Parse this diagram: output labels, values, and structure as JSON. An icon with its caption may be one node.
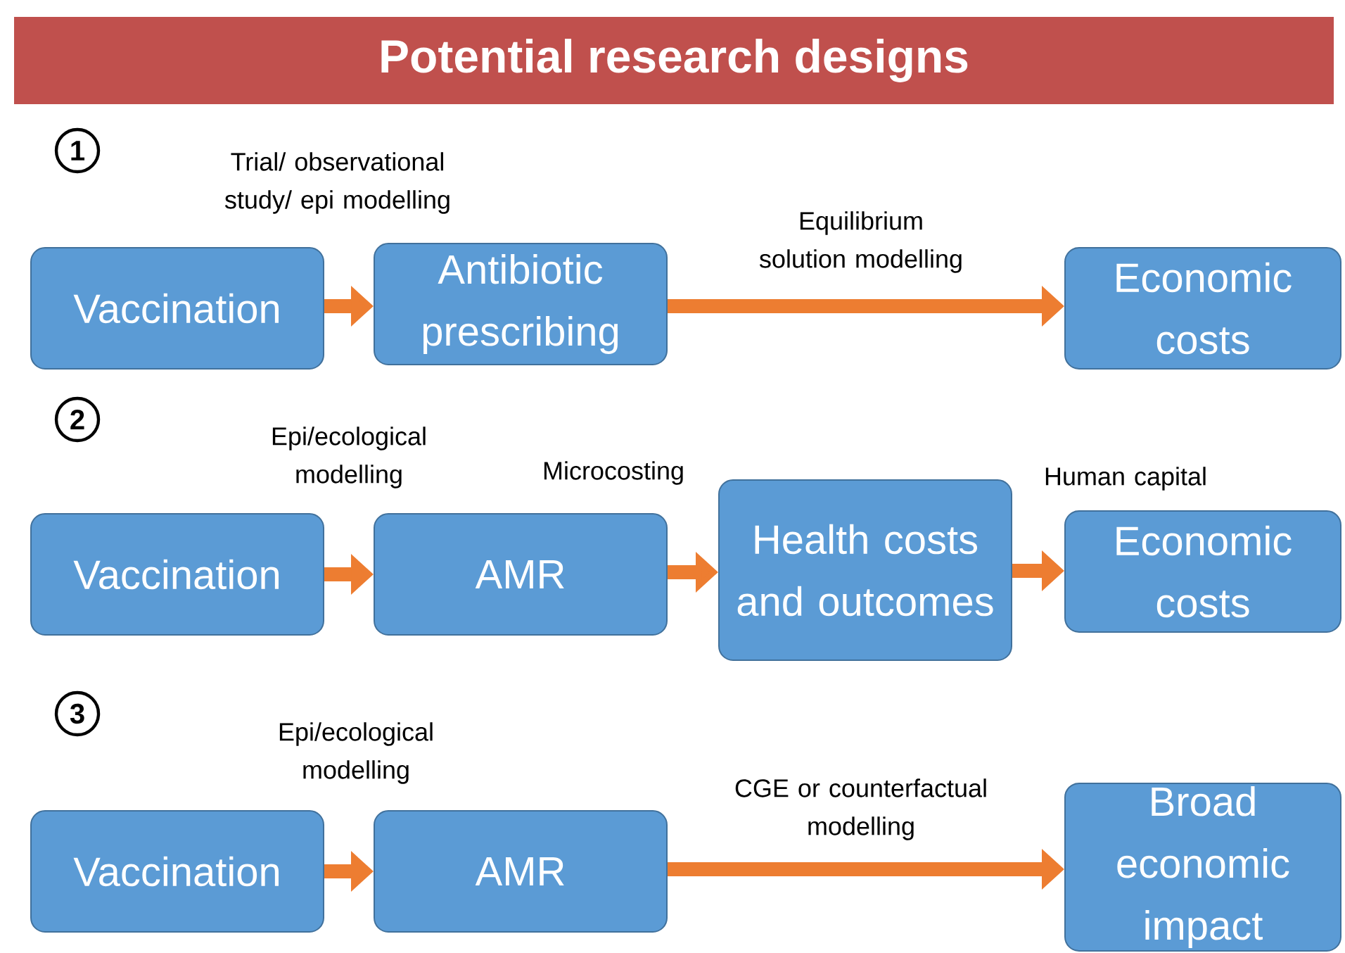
{
  "diagram": {
    "title": "Potential research designs",
    "nodes": [
      {
        "text": [
          "Vaccination"
        ]
      },
      {
        "text": [
          "Antibiotic prescribing"
        ]
      },
      {
        "text": [
          "Economic costs"
        ]
      },
      {
        "text": [
          "Vaccination"
        ]
      },
      {
        "text": [
          "AMR"
        ]
      },
      {
        "text": [
          "Health costs and outcomes"
        ]
      },
      {
        "text": [
          "Economic costs"
        ]
      },
      {
        "text": [
          "Vaccination"
        ]
      },
      {
        "text": [
          "AMR"
        ]
      },
      {
        "text": [
          "Broad economic impact"
        ]
      }
    ],
    "edges": [
      {
        "from": 0,
        "to": 1,
        "arrow": "to",
        "label": "Trial/ observational study/ epi modelling"
      },
      {
        "from": 1,
        "to": 2,
        "arrow": "to",
        "label": "Equilibrium solution modelling"
      },
      {
        "from": 3,
        "to": 4,
        "arrow": "to",
        "label": "Epi/ecological modelling"
      },
      {
        "from": 4,
        "to": 5,
        "arrow": "to",
        "label": "Microcosting"
      },
      {
        "from": 5,
        "to": 6,
        "arrow": "to",
        "label": "Human capital"
      },
      {
        "from": 7,
        "to": 8,
        "arrow": "to",
        "label": "Epi/ecological modelling"
      },
      {
        "from": 8,
        "to": 9,
        "arrow": "to",
        "label": "CGE or counterfactual modelling"
      }
    ],
    "labels": [
      "1",
      "2",
      "3"
    ]
  }
}
